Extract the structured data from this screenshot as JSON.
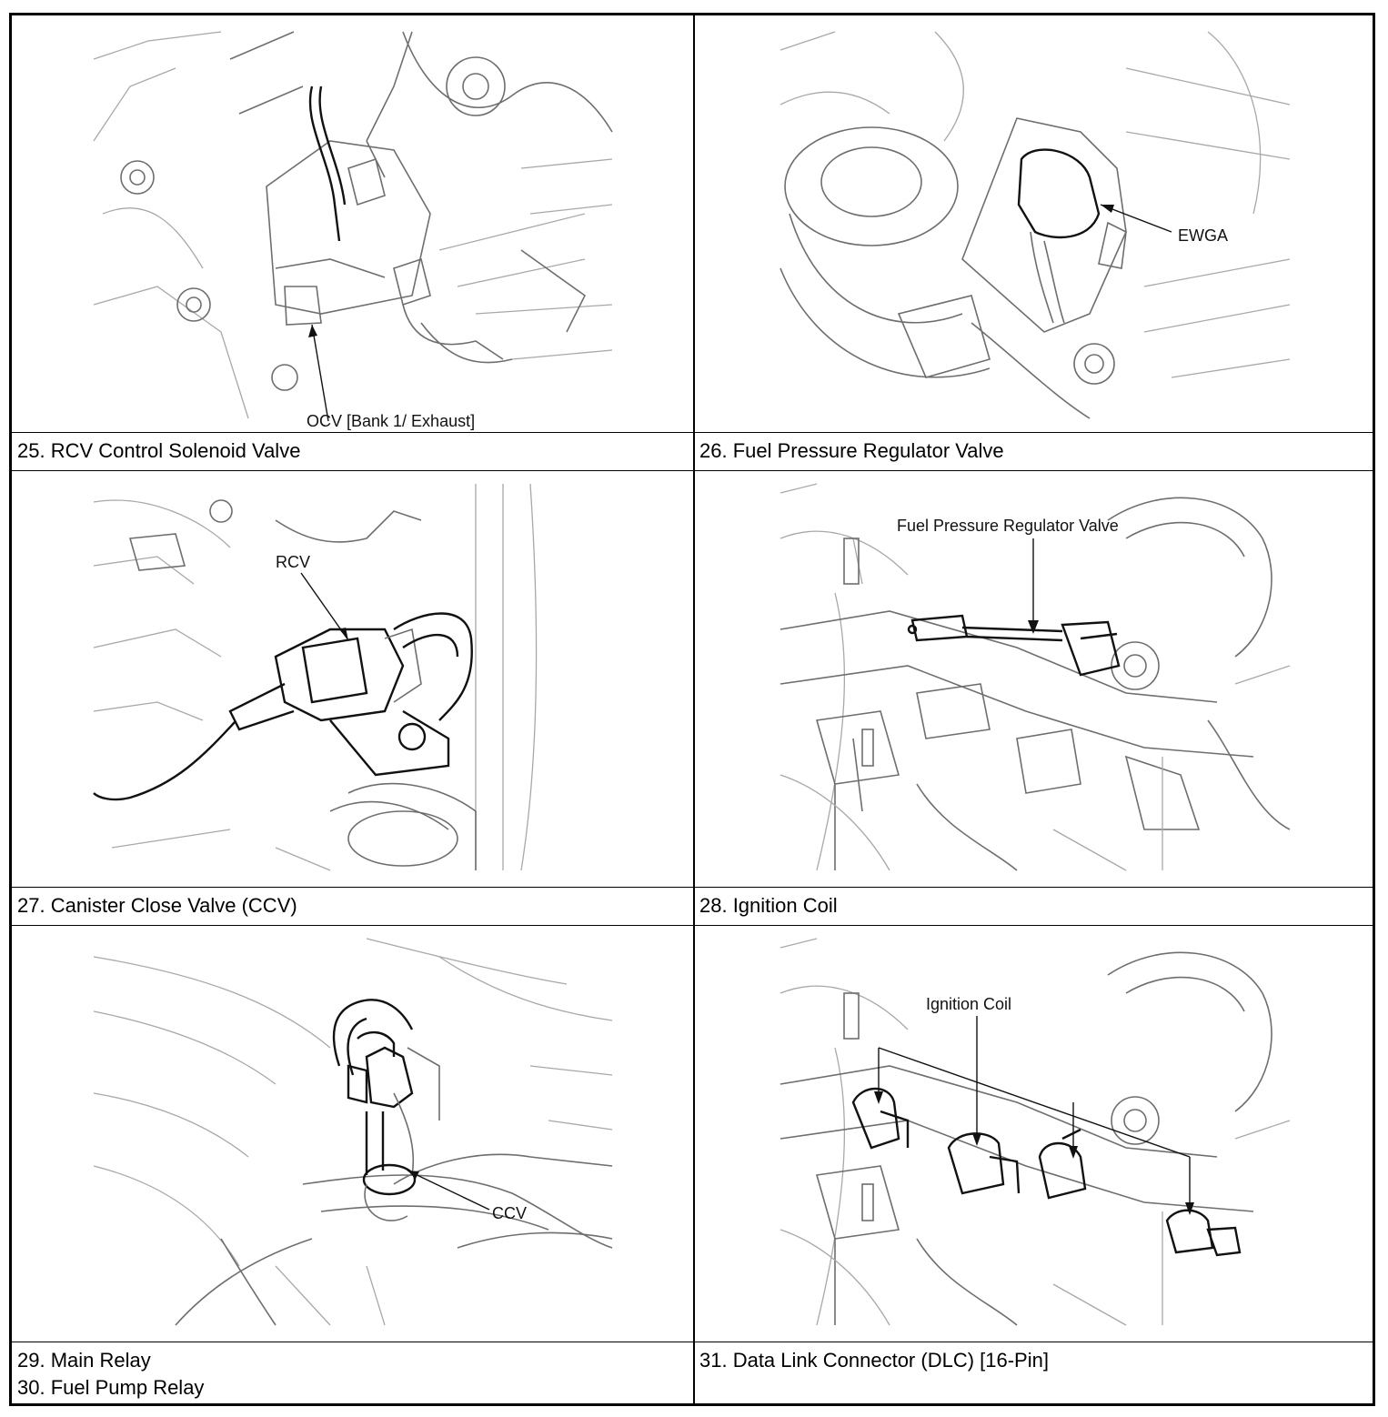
{
  "panels": [
    {
      "label": "OCV [Bank 1/ Exhaust]"
    },
    {
      "label": "EWGA"
    },
    {
      "label": "RCV"
    },
    {
      "label": "Fuel Pressure Regulator Valve"
    },
    {
      "label": "CCV"
    },
    {
      "label": "Ignition Coil"
    }
  ],
  "captions": {
    "row1_left": "25. RCV Control Solenoid Valve",
    "row1_right": "26. Fuel Pressure Regulator Valve",
    "row2_left": "27. Canister Close Valve (CCV)",
    "row2_right": "28. Ignition Coil",
    "row3_left_a": "29. Main Relay",
    "row3_left_b": "30. Fuel Pump Relay",
    "row3_right": "31. Data Link Connector (DLC) [16-Pin]"
  }
}
